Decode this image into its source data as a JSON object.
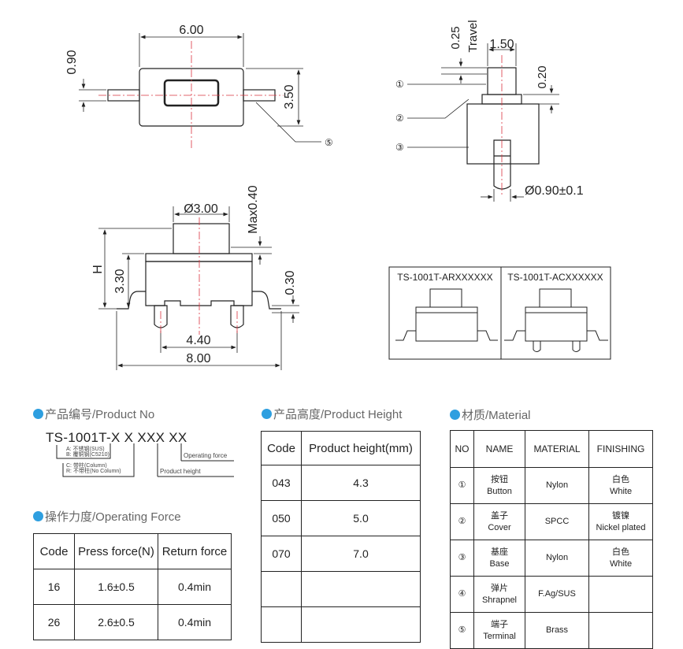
{
  "drawings": {
    "top_view": {
      "width_label": "6.00",
      "height_label": "3.50",
      "lead_label": "0.90",
      "callout": "⑤"
    },
    "side_view": {
      "travel_value": "0.25",
      "travel_label": "Travel",
      "width_label": "1.50",
      "cover_label": "0.20",
      "pin_label": "Ø0.90±0.1",
      "callouts": [
        "①",
        "②",
        "③"
      ]
    },
    "front_view": {
      "button_dia": "Ø3.00",
      "max_label": "Max0.40",
      "h_label": "H",
      "body_height": "3.30",
      "foot_label": "0.30",
      "pitch_label": "4.40",
      "total_label": "8.00"
    },
    "variants": {
      "a_label": "TS-1001T-ARXXXXXX",
      "c_label": "TS-1001T-ACXXXXXX"
    }
  },
  "product_no": {
    "title": "产品编号/Product No",
    "code": "TS-1001T-X X XXX XX",
    "notes": [
      "A: 不锈钢(SUS)",
      "B: 覆铜钢(C5210)",
      "C: 带柱(Column)",
      "R: 不带柱(No Column)"
    ],
    "operating_force_label": "Operating force",
    "product_height_label": "Product height"
  },
  "operating_force": {
    "title": "操作力度/Operating Force",
    "headers": [
      "Code",
      "Press force(N)",
      "Return force"
    ],
    "rows": [
      [
        "16",
        "1.6±0.5",
        "0.4min"
      ],
      [
        "26",
        "2.6±0.5",
        "0.4min"
      ]
    ]
  },
  "product_height": {
    "title": "产品高度/Product Height",
    "headers": [
      "Code",
      "Product height(mm)"
    ],
    "rows": [
      [
        "043",
        "4.3"
      ],
      [
        "050",
        "5.0"
      ],
      [
        "070",
        "7.0"
      ],
      [
        "",
        ""
      ],
      [
        "",
        ""
      ]
    ]
  },
  "material": {
    "title": "材质/Material",
    "headers": [
      "NO",
      "NAME",
      "MATERIAL",
      "FINISHING"
    ],
    "rows": [
      {
        "no": "①",
        "name_cn": "按钮",
        "name_en": "Button",
        "material": "Nylon",
        "fin_cn": "白色",
        "fin_en": "White"
      },
      {
        "no": "②",
        "name_cn": "盖子",
        "name_en": "Cover",
        "material": "SPCC",
        "fin_cn": "镀镍",
        "fin_en": "Nickel plated"
      },
      {
        "no": "③",
        "name_cn": "基座",
        "name_en": "Base",
        "material": "Nylon",
        "fin_cn": "白色",
        "fin_en": "White"
      },
      {
        "no": "④",
        "name_cn": "弹片",
        "name_en": "Shrapnel",
        "material": "F.Ag/SUS",
        "fin_cn": "",
        "fin_en": ""
      },
      {
        "no": "⑤",
        "name_cn": "端子",
        "name_en": "Terminal",
        "material": "Brass",
        "fin_cn": "",
        "fin_en": ""
      }
    ]
  },
  "colors": {
    "accent": "#2e9fe0",
    "centerline": "#d9333f"
  }
}
